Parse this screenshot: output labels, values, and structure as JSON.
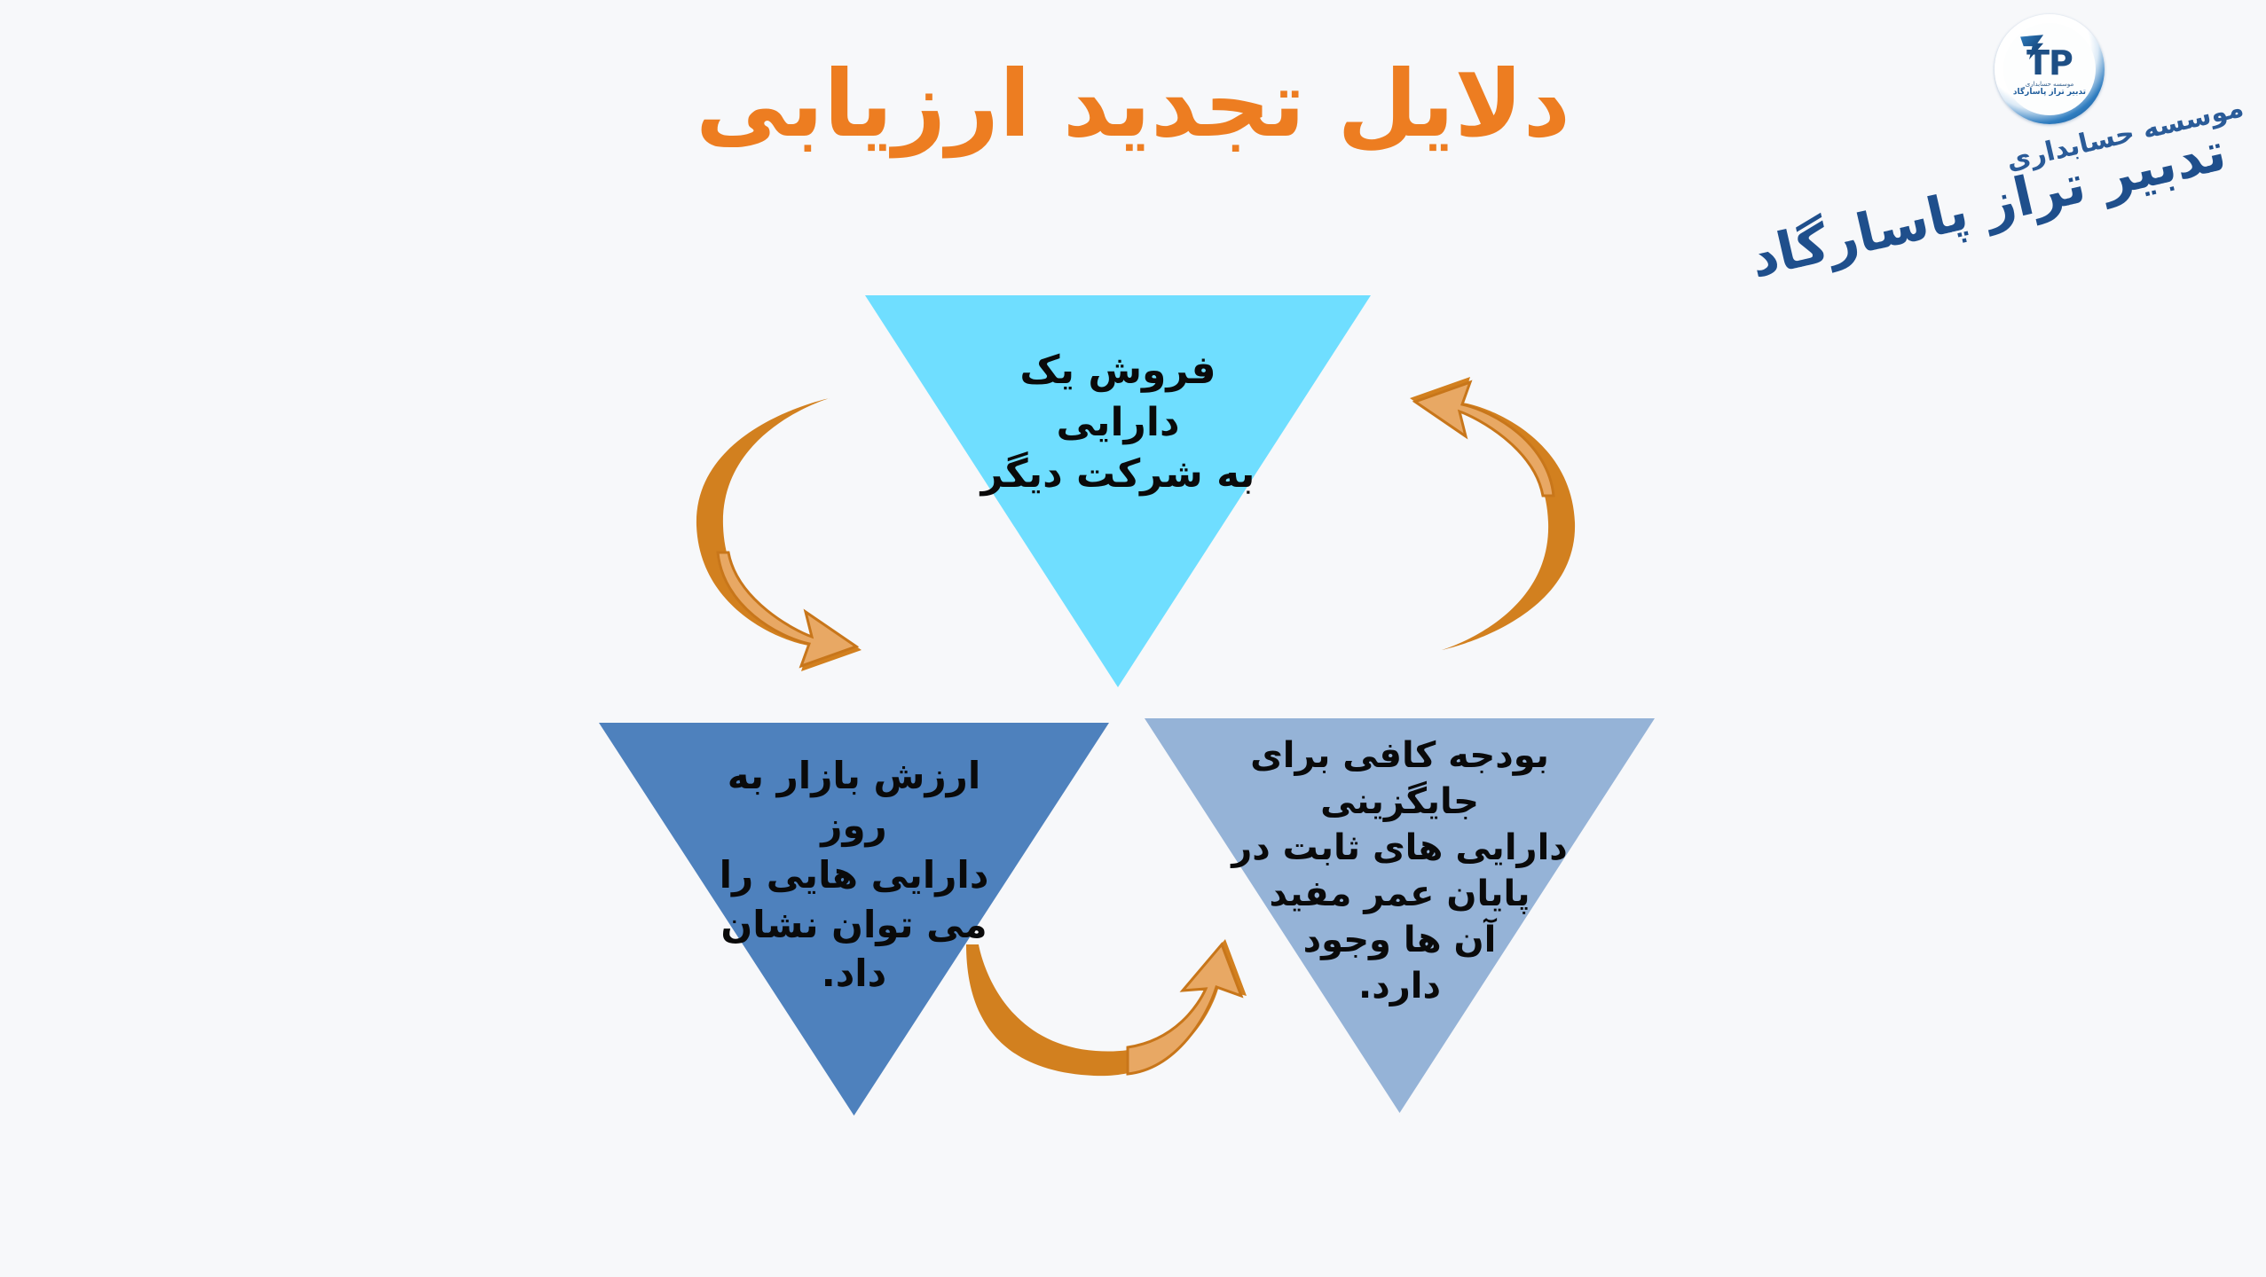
{
  "slide": {
    "background_color": "#f7f8fa",
    "title": "دلایل تجدید ارزیابی",
    "title_color": "#ed7d21"
  },
  "logo": {
    "mark_letters": "TP",
    "mark_sub_line1": "موسسه حسابداری",
    "mark_sub_line2": "تدبیر تراز پاسارگاد",
    "watermark_line1": "موسسه حسابداری",
    "watermark_line2": "تدبیر تراز پاسارگاد",
    "ring_color": "#1d5f9e",
    "text_color": "#1f4f8c"
  },
  "diagram": {
    "type": "cycle",
    "nodes": [
      {
        "id": "top",
        "position": "top",
        "text": "فروش یک دارایی\nبه شرکت دیگر",
        "fill": "#6fdeff",
        "text_color": "#0a0a0a"
      },
      {
        "id": "left",
        "position": "bottom-left",
        "text": "ارزش بازار به روز\nدارایی هایی را\nمی توان نشان\nداد.",
        "fill": "#4e81bd",
        "text_color": "#0a0a0a"
      },
      {
        "id": "right",
        "position": "bottom-right",
        "text": "بودجه کافی برای جایگزینی\nدارایی های ثابت در\nپایان عمر مفید\nآن ها وجود\nدارد.",
        "fill": "#95b3d7",
        "text_color": "#0a0a0a"
      }
    ],
    "arrows": [
      {
        "id": "left-arrow",
        "from": "top",
        "to": "left",
        "color": "#d2801f",
        "highlight": "#e8a864"
      },
      {
        "id": "right-arrow",
        "from": "right",
        "to": "top",
        "color": "#d2801f",
        "highlight": "#e8a864"
      },
      {
        "id": "bottom-arrow",
        "from": "left",
        "to": "right",
        "color": "#d2801f",
        "highlight": "#e8a864"
      }
    ]
  }
}
